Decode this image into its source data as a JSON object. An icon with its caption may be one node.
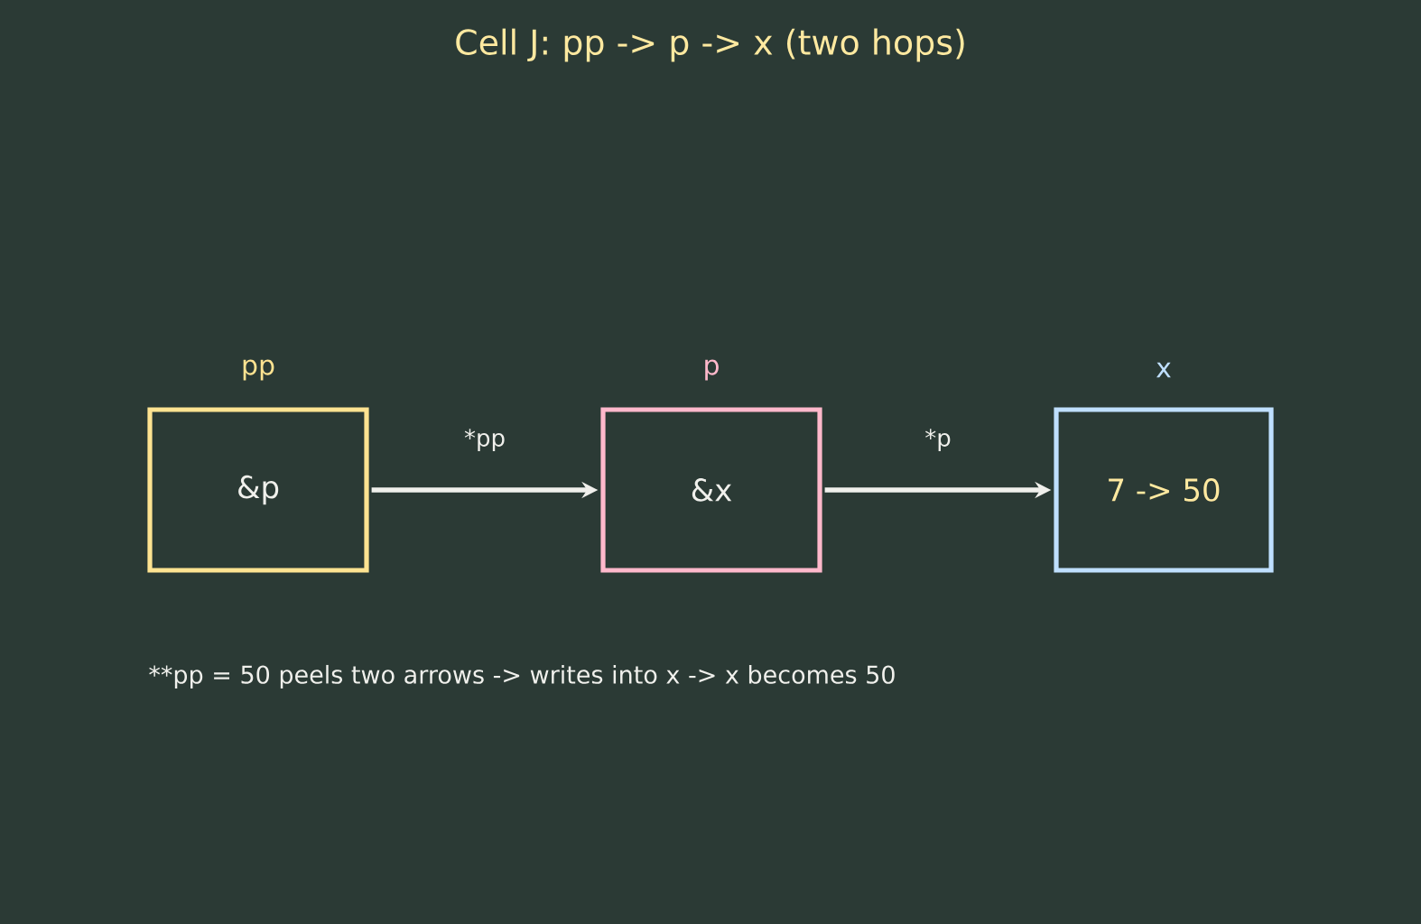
{
  "diagram": {
    "title": "Cell J: pp -> p -> x  (two hops)",
    "nodes": [
      {
        "text": [
          "pp",
          "&p"
        ]
      },
      {
        "text": [
          "p",
          "&x"
        ]
      },
      {
        "text": [
          "x",
          "7 -> 50"
        ]
      }
    ],
    "edges": [
      {
        "from": 0,
        "to": 1,
        "arrow": "to",
        "label": "*pp"
      },
      {
        "from": 1,
        "to": 2,
        "arrow": "to",
        "label": "*p"
      }
    ],
    "labels": [
      "**pp = 50  peels two arrows -> writes into x -> x becomes 50"
    ]
  }
}
